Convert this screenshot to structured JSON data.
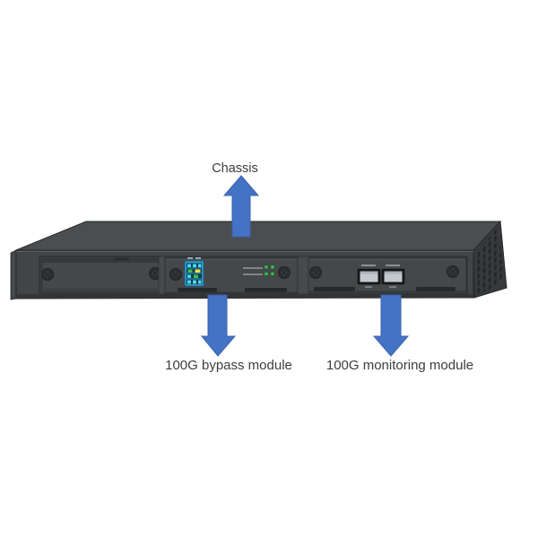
{
  "labels": {
    "chassis": "Chassis",
    "bypass": "100G bypass module",
    "monitoring": "100G monitoring module"
  },
  "colors": {
    "arrow_blue": "#4472C4",
    "arrow_edge": "#3a63ad",
    "chassis_top": "#4b4e50",
    "chassis_front": "#424548",
    "chassis_side": "#37393c",
    "faceplate_gray": "#45484b",
    "recess_gray": "#3a3d3f",
    "led_green": "#3fbf4e",
    "port_block_blue": "#2b9bd4",
    "port_silver": "#c3cacd"
  }
}
